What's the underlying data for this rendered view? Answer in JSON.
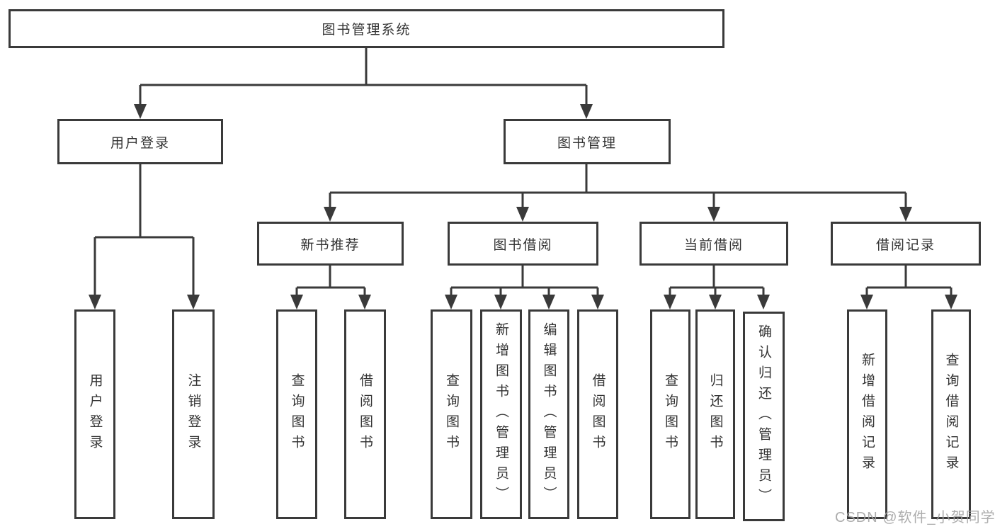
{
  "style": {
    "line_color": "#3a3a3a",
    "text_color": "#333333",
    "background": "#ffffff",
    "watermark_color": "#a4a4a4"
  },
  "tree": {
    "root": "图书管理系统",
    "children": [
      {
        "label": "用户登录",
        "leaves": [
          "用户登录",
          "注销登录"
        ]
      },
      {
        "label": "图书管理",
        "children": [
          {
            "label": "新书推荐",
            "leaves": [
              "查询图书",
              "借阅图书"
            ]
          },
          {
            "label": "图书借阅",
            "leaves": [
              "查询图书",
              "新增图书（管理员）",
              "编辑图书（管理员）",
              "借阅图书"
            ]
          },
          {
            "label": "当前借阅",
            "leaves": [
              "查询图书",
              "归还图书",
              "确认归还（管理员）"
            ]
          },
          {
            "label": "借阅记录",
            "leaves": [
              "新增借阅记录",
              "查询借阅记录"
            ]
          }
        ]
      }
    ]
  },
  "watermark": "CSDN @软件_小贺同学"
}
